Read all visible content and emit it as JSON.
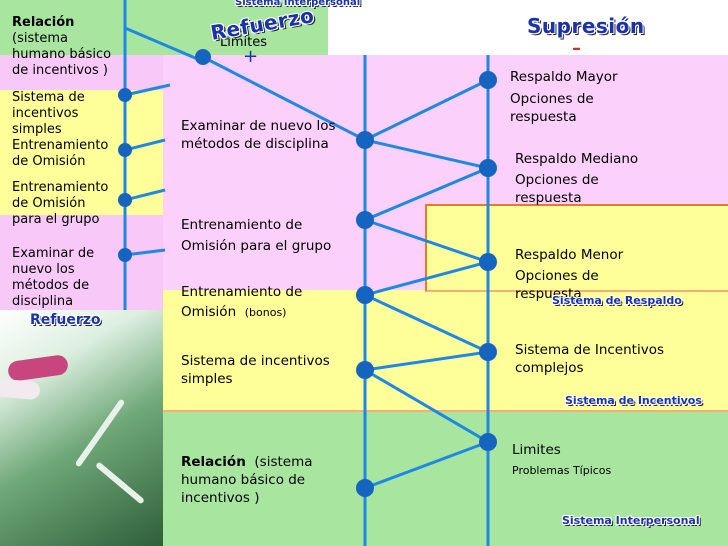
{
  "colors": {
    "line": "#1e88e5",
    "node": "#1565c0",
    "orange": "#e87a2e",
    "pink": "#fbd0fb",
    "yellow": "#ffff99",
    "green": "#a8e6a0"
  },
  "background_slide": {
    "header_small": "Sistema Interpersonal",
    "limites": "Limites",
    "items": [
      {
        "bold": "Relación",
        "rest": " (sistema humano básico de incentivos )"
      },
      {
        "bold": "",
        "rest": "Sistema de incentivos simples"
      },
      {
        "bold": "",
        "rest": "Entrenamiento de Omisión"
      },
      {
        "bold": "",
        "rest": "Entrenamiento de Omisión para el grupo"
      },
      {
        "bold": "",
        "rest": "Examinar de nuevo los métodos de disciplina"
      }
    ],
    "refuerzo_label": "Refuerzo"
  },
  "header": {
    "refuerzo": "Refuerzo",
    "plus": "+",
    "supresion": "Supresión",
    "minus": "–"
  },
  "left_items": {
    "examinar": "Examinar de nuevo los métodos de disciplina",
    "grupo_line1": "Entrenamiento de",
    "grupo_line2": "Omisión para el grupo",
    "omision_line1": "Entrenamiento de",
    "omision_line2": "Omisión",
    "omision_bonos": "(bonos)",
    "simples": "Sistema de incentivos simples",
    "relacion_bold": "Relación",
    "relacion_rest": "(sistema humano básico de incentivos )"
  },
  "right_items": {
    "mayor": "Respaldo Mayor",
    "mayor_opts": "Opciones de respuesta",
    "mediano": "Respaldo Mediano",
    "mediano_opts": "Opciones de respuesta",
    "menor": "Respaldo Menor",
    "menor_opts": "Opciones de respuesta",
    "complejos": "Sistema de Incentivos complejos",
    "limites": "Limites",
    "problemas": "Problemas Típicos"
  },
  "section_labels": {
    "respaldo": "Sistema de Respaldo",
    "incentivos": "Sistema de Incentivos",
    "interpersonal": "Sistema Interpersonal"
  }
}
